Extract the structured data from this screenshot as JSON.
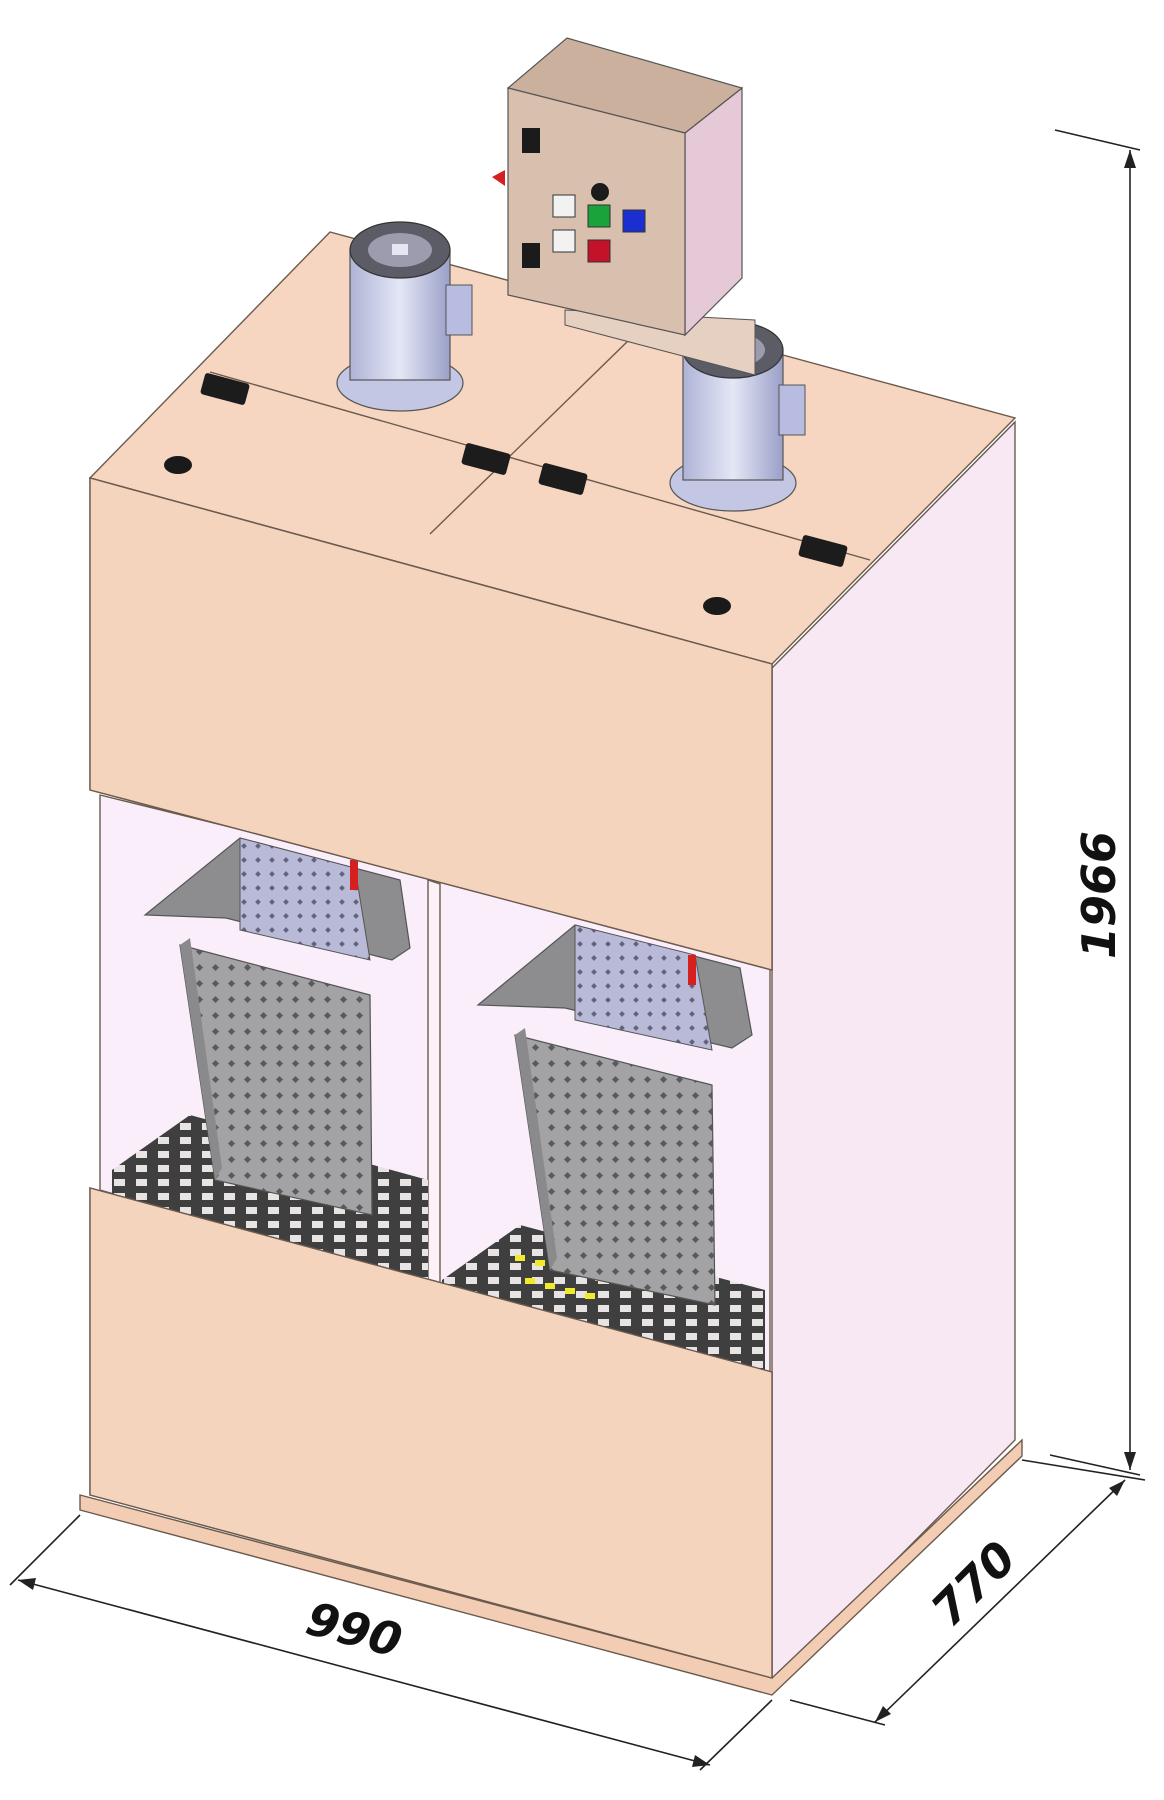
{
  "dimensions": {
    "width": "990",
    "depth": "770",
    "height": "1966"
  },
  "colors": {
    "panel_front": "#f5d4bd",
    "panel_side": "#f7e6f2",
    "panel_top": "#f6d6c0",
    "interior": "#f9edf9",
    "control_box": "#d9c0ae",
    "control_box_side": "#e5c9d6",
    "motor": "#cfd3ea",
    "basket": "#9a9a9c",
    "grate": "#4a4a4a",
    "button_green": "#1aa33a",
    "button_red": "#c4122a",
    "button_blue": "#1b2fd0",
    "handle_red": "#d62020",
    "grate_highlight": "#f0ea2a"
  },
  "icons": [
    "motor-icon",
    "control-box-icon",
    "basket-icon",
    "hinge-icon",
    "knob-icon"
  ]
}
